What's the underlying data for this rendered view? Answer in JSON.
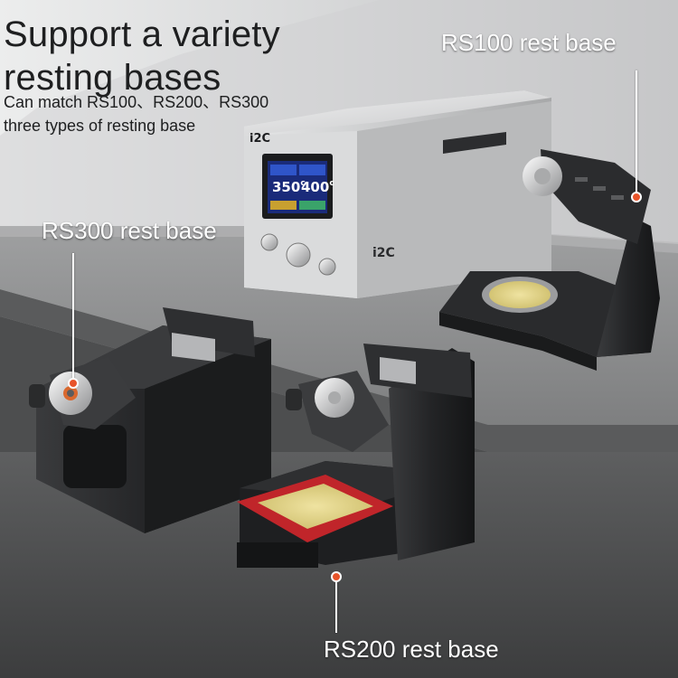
{
  "headline": [
    "Support a variety",
    "resting bases"
  ],
  "subline": [
    "Can match RS100、RS200、RS300",
    "three types of resting base"
  ],
  "callouts": {
    "rs100": "RS100 rest base",
    "rs300": "RS300 rest base",
    "rs200": "RS200 rest base"
  },
  "station": {
    "brand": "i2C",
    "model_tag": "i2C",
    "temp_left": "350",
    "temp_right": "400",
    "unit": "c"
  },
  "colors": {
    "callout_dot": "#e8542a",
    "sponge_frame": "#c0252a",
    "sponge": "#e3d58a",
    "screen": "#1a2b7a"
  }
}
